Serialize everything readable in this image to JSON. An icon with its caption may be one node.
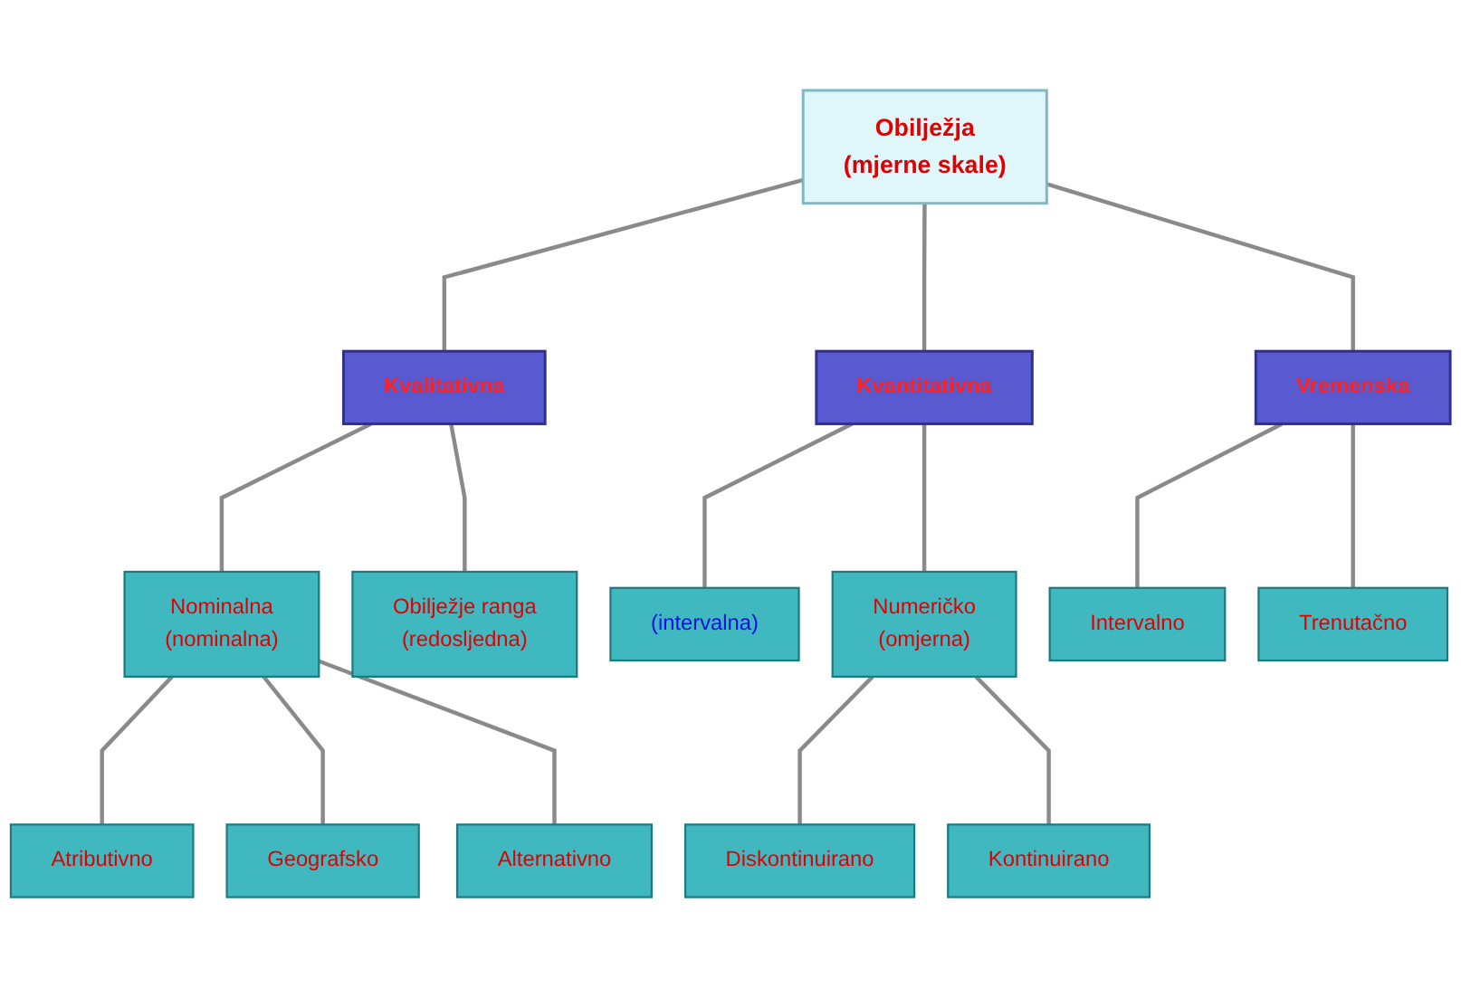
{
  "diagram": {
    "nodes": [
      {
        "text": [
          "Obilježja",
          "(mjerne skale)"
        ]
      },
      {
        "text": [
          "Kvalitativna"
        ]
      },
      {
        "text": [
          "Kvantitativna"
        ]
      },
      {
        "text": [
          "Vremenska"
        ]
      },
      {
        "text": [
          "Nominalna",
          "(nominalna)"
        ]
      },
      {
        "text": [
          "Obilježje ranga",
          "(redosljedna)"
        ]
      },
      {
        "text": [
          "(intervalna)"
        ]
      },
      {
        "text": [
          "Numeričko",
          "(omjerna)"
        ]
      },
      {
        "text": [
          "Intervalno"
        ]
      },
      {
        "text": [
          "Trenutačno"
        ]
      },
      {
        "text": [
          "Atributivno"
        ]
      },
      {
        "text": [
          "Geografsko"
        ]
      },
      {
        "text": [
          "Alternativno"
        ]
      },
      {
        "text": [
          "Diskontinuirano"
        ]
      },
      {
        "text": [
          "Kontinuirano"
        ]
      }
    ],
    "edges": [
      {
        "from": 0,
        "to": 1,
        "arrow": "none"
      },
      {
        "from": 0,
        "to": 2,
        "arrow": "none"
      },
      {
        "from": 0,
        "to": 3,
        "arrow": "none"
      },
      {
        "from": 1,
        "to": 4,
        "arrow": "none"
      },
      {
        "from": 1,
        "to": 5,
        "arrow": "none"
      },
      {
        "from": 2,
        "to": 6,
        "arrow": "none"
      },
      {
        "from": 2,
        "to": 7,
        "arrow": "none"
      },
      {
        "from": 3,
        "to": 8,
        "arrow": "none"
      },
      {
        "from": 3,
        "to": 9,
        "arrow": "none"
      },
      {
        "from": 4,
        "to": 10,
        "arrow": "none"
      },
      {
        "from": 4,
        "to": 11,
        "arrow": "none"
      },
      {
        "from": 4,
        "to": 12,
        "arrow": "none"
      },
      {
        "from": 7,
        "to": 13,
        "arrow": "none"
      },
      {
        "from": 7,
        "to": 14,
        "arrow": "none"
      }
    ]
  }
}
